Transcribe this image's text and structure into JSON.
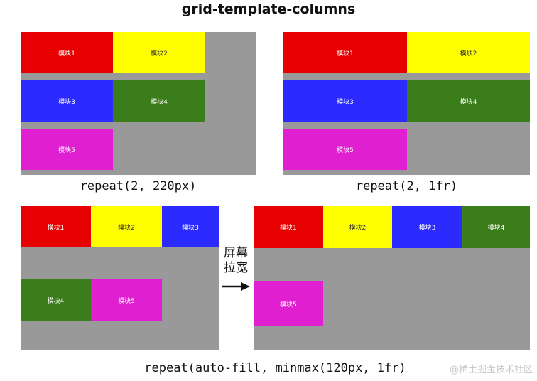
{
  "title": "grid-template-columns",
  "colors": {
    "panel": "#999999",
    "red": "#e60000",
    "yellow": "#ffff00",
    "blue": "#2b2bff",
    "green": "#3a7d1a",
    "magenta": "#e020d0"
  },
  "panels": [
    {
      "caption": "repeat(2, 220px)",
      "blocks": [
        {
          "label": "模块1",
          "color": "red"
        },
        {
          "label": "模块2",
          "color": "yellow"
        },
        {
          "label": "模块3",
          "color": "blue"
        },
        {
          "label": "模块4",
          "color": "green"
        },
        {
          "label": "模块5",
          "color": "magenta"
        }
      ]
    },
    {
      "caption": "repeat(2, 1fr)",
      "blocks": [
        {
          "label": "模块1",
          "color": "red"
        },
        {
          "label": "模块2",
          "color": "yellow"
        },
        {
          "label": "模块3",
          "color": "blue"
        },
        {
          "label": "模块4",
          "color": "green"
        },
        {
          "label": "模块5",
          "color": "magenta"
        }
      ]
    },
    {
      "caption": "",
      "blocks": [
        {
          "label": "模块1",
          "color": "red"
        },
        {
          "label": "模块2",
          "color": "yellow"
        },
        {
          "label": "模块3",
          "color": "blue"
        },
        {
          "label": "模块4",
          "color": "green"
        },
        {
          "label": "模块5",
          "color": "magenta"
        }
      ]
    },
    {
      "caption": "",
      "blocks": [
        {
          "label": "模块1",
          "color": "red"
        },
        {
          "label": "模块2",
          "color": "yellow"
        },
        {
          "label": "模块3",
          "color": "blue"
        },
        {
          "label": "模块4",
          "color": "green"
        },
        {
          "label": "模块5",
          "color": "magenta"
        }
      ]
    }
  ],
  "bottom_caption": "repeat(auto-fill, minmax(120px, 1fr)",
  "side_note": [
    "屏幕",
    "拉宽"
  ],
  "watermark": "@稀土掘金技术社区"
}
